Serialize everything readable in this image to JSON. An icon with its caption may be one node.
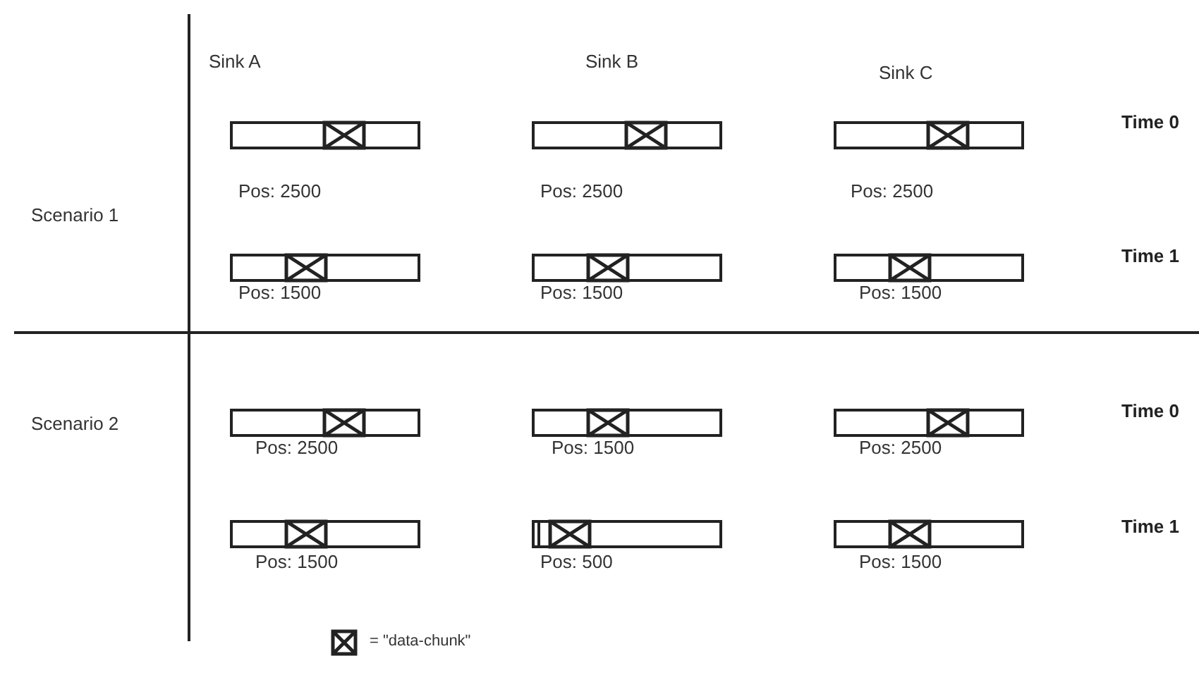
{
  "diagram": {
    "nodes": [
      {
        "text": [],
        "shape": "bar",
        "beside": [
          "Pos: 2500"
        ]
      },
      {
        "text": [],
        "shape": "bar",
        "beside": [
          "Pos: 2500"
        ]
      },
      {
        "text": [],
        "shape": "bar",
        "beside": [
          "Pos: 2500"
        ]
      },
      {
        "text": [],
        "shape": "bar",
        "beside": [
          "Pos: 1500"
        ]
      },
      {
        "text": [],
        "shape": "bar",
        "beside": [
          "Pos: 1500"
        ]
      },
      {
        "text": [],
        "shape": "bar",
        "beside": [
          "Pos: 1500"
        ]
      },
      {
        "text": [],
        "shape": "bar",
        "beside": [
          "Pos: 2500"
        ]
      },
      {
        "text": [],
        "shape": "bar",
        "beside": [
          "Pos: 1500"
        ]
      },
      {
        "text": [],
        "shape": "bar",
        "beside": [
          "Pos: 2500"
        ]
      },
      {
        "text": [],
        "shape": "bar",
        "beside": [
          "Pos: 1500"
        ]
      },
      {
        "text": [],
        "shape": "bar",
        "beside": [
          "Pos: 500"
        ]
      },
      {
        "text": [],
        "shape": "bar",
        "beside": [
          "Pos: 1500"
        ]
      }
    ],
    "labels": [
      "Sink A",
      "Sink B",
      "Sink C",
      "Time 0",
      "Scenario 1",
      "Time 1",
      "Scenario 2",
      "Time 0",
      "Time 1"
    ],
    "legend": [
      {
        "text": "= \"data-chunk\""
      }
    ]
  }
}
